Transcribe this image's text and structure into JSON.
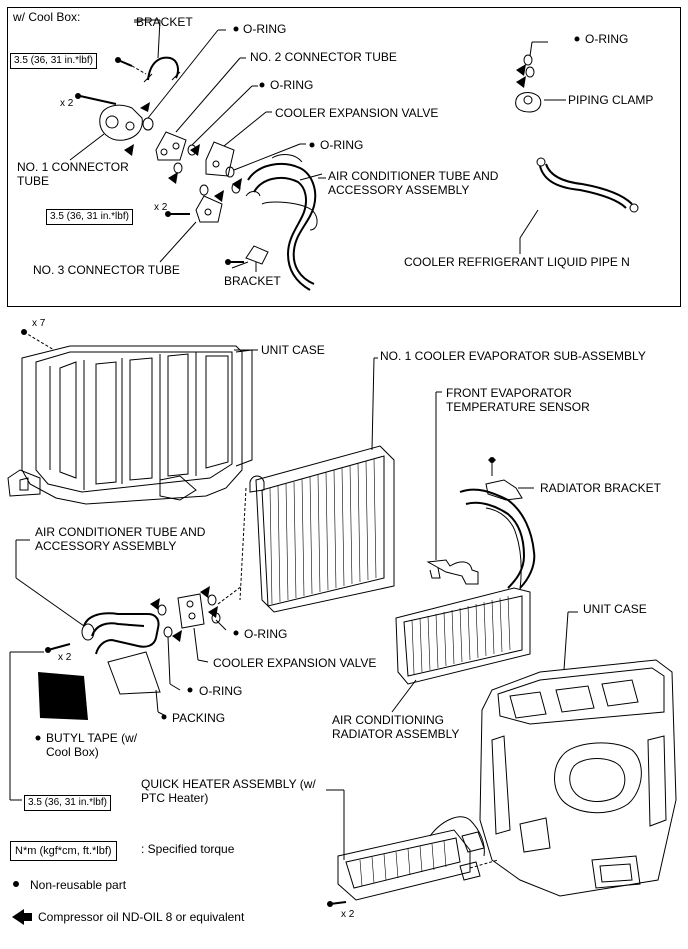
{
  "coolbox": {
    "title": "w/ Cool Box:",
    "bracket_top": "BRACKET",
    "oring_1": "O-RING",
    "no2_connector_tube": "NO. 2 CONNECTOR TUBE",
    "oring_2": "O-RING",
    "cooler_expansion_valve": "COOLER EXPANSION VALVE",
    "oring_3": "O-RING",
    "ac_tube_line1": "AIR CONDITIONER TUBE AND",
    "ac_tube_line2": "ACCESSORY ASSEMBLY",
    "no1_connector_line1": "NO. 1 CONNECTOR",
    "no1_connector_line2": "TUBE",
    "no3_connector_tube": "NO. 3 CONNECTOR TUBE",
    "bracket_bottom": "BRACKET",
    "oring_right": "O-RING",
    "piping_clamp": "PIPING CLAMP",
    "cooler_refrigerant_pipe": "COOLER REFRIGERANT LIQUID PIPE N",
    "torque_1": "3.5 (36, 31 in.*lbf)",
    "torque_2": "3.5 (36, 31 in.*lbf)",
    "qty_1": "x 2",
    "qty_2": "x 2"
  },
  "main": {
    "qty_unit_case": "x 7",
    "unit_case_top": "UNIT CASE",
    "evaporator": "NO. 1 COOLER EVAPORATOR SUB-ASSEMBLY",
    "front_sensor_line1": "FRONT EVAPORATOR",
    "front_sensor_line2": "TEMPERATURE SENSOR",
    "radiator_bracket": "RADIATOR BRACKET",
    "ac_tube_line1": "AIR CONDITIONER TUBE AND",
    "ac_tube_line2": "ACCESSORY ASSEMBLY",
    "unit_case_right": "UNIT CASE",
    "oring_a": "O-RING",
    "cooler_expansion_valve": "COOLER EXPANSION VALVE",
    "qty_tube": "x 2",
    "oring_b": "O-RING",
    "packing": "PACKING",
    "radiator_line1": "AIR CONDITIONING",
    "radiator_line2": "RADIATOR ASSEMBLY",
    "butyl_line1": "BUTYL TAPE (w/",
    "butyl_line2": "Cool Box)",
    "quick_heater_line1": "QUICK HEATER ASSEMBLY (w/",
    "quick_heater_line2": "PTC Heater)",
    "torque_3": "3.5 (36, 31 in.*lbf)",
    "qty_heater": "x 2"
  },
  "legend": {
    "torque_box": "N*m (kgf*cm, ft.*lbf)",
    "torque_desc": ": Specified torque",
    "nonreusable": "Non-reusable part",
    "compressor_oil": "Compressor oil ND-OIL 8 or equivalent"
  }
}
